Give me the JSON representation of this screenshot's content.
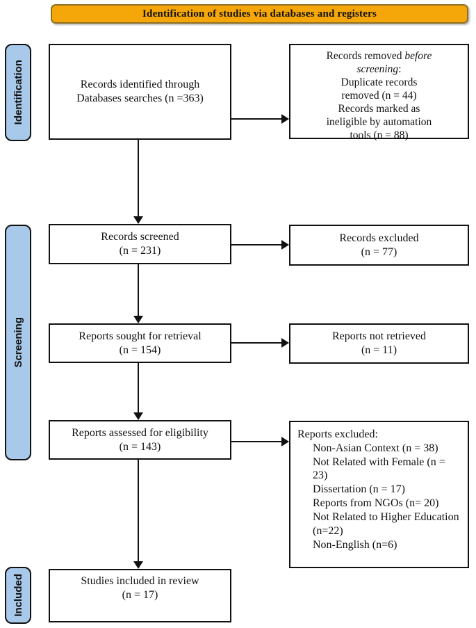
{
  "banner": {
    "title": "Identification of studies via databases and registers"
  },
  "palette": {
    "banner_bg": "#F5A608",
    "banner_border": "#8d7026",
    "stage_bg": "#A8C9EA",
    "box_border": "#111111",
    "arrow_color": "#111111"
  },
  "stages": {
    "identification": "Identification",
    "screening": "Screening",
    "included": "Included"
  },
  "boxes": {
    "identified": {
      "line1": "Records identified through",
      "line2": "Databases searches (n =363)"
    },
    "removed": {
      "line1_prefix": "Records removed ",
      "line1_italic": "before",
      "line2_italic": "screening",
      "line2_suffix": ":",
      "item1_line1": "Duplicate records",
      "item1_line2": "removed (n = 44)",
      "item2_line1": "Records marked as",
      "item2_line2": "ineligible by automation",
      "item2_line3": "tools (n = 88)"
    },
    "screened": {
      "line1": "Records screened",
      "line2": "(n = 231)"
    },
    "records_excluded": {
      "line1": "Records excluded",
      "line2": "(n = 77)"
    },
    "sought": {
      "line1": "Reports sought for retrieval",
      "line2": "(n = 154)"
    },
    "not_retrieved": {
      "line1": "Reports not retrieved",
      "line2": "(n = 11)"
    },
    "assessed": {
      "line1": "Reports assessed for eligibility",
      "line2": "(n = 143)"
    },
    "reports_excluded": {
      "heading": "Reports excluded:",
      "reasons": [
        "Non-Asian Context (n = 38)",
        "Not Related with Female (n = 23)",
        "Dissertation (n = 17)",
        "Reports from NGOs (n= 20)",
        "Not Related to Higher Education (n=22)",
        "Non-English (n=6)"
      ]
    },
    "included_box": {
      "line1": "Studies included in review",
      "line2": "(n = 17)"
    }
  }
}
